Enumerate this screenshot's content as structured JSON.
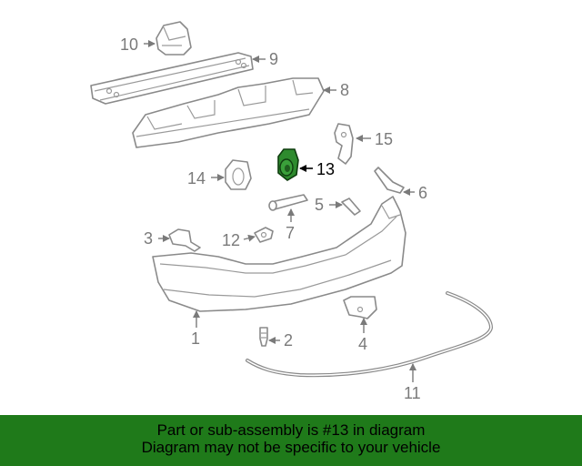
{
  "diagram": {
    "highlight_color": "#2e8b2e",
    "banner_color": "#1f7a1a",
    "highlighted_part": "13",
    "callouts": {
      "c1": "1",
      "c2": "2",
      "c3": "3",
      "c4": "4",
      "c5": "5",
      "c6": "6",
      "c7": "7",
      "c8": "8",
      "c9": "9",
      "c10": "10",
      "c11": "11",
      "c12": "12",
      "c13": "13",
      "c14": "14",
      "c15": "15"
    }
  },
  "banner": {
    "line1": "Part or sub-assembly is #13 in diagram",
    "line2": "Diagram may not be specific to your vehicle"
  }
}
